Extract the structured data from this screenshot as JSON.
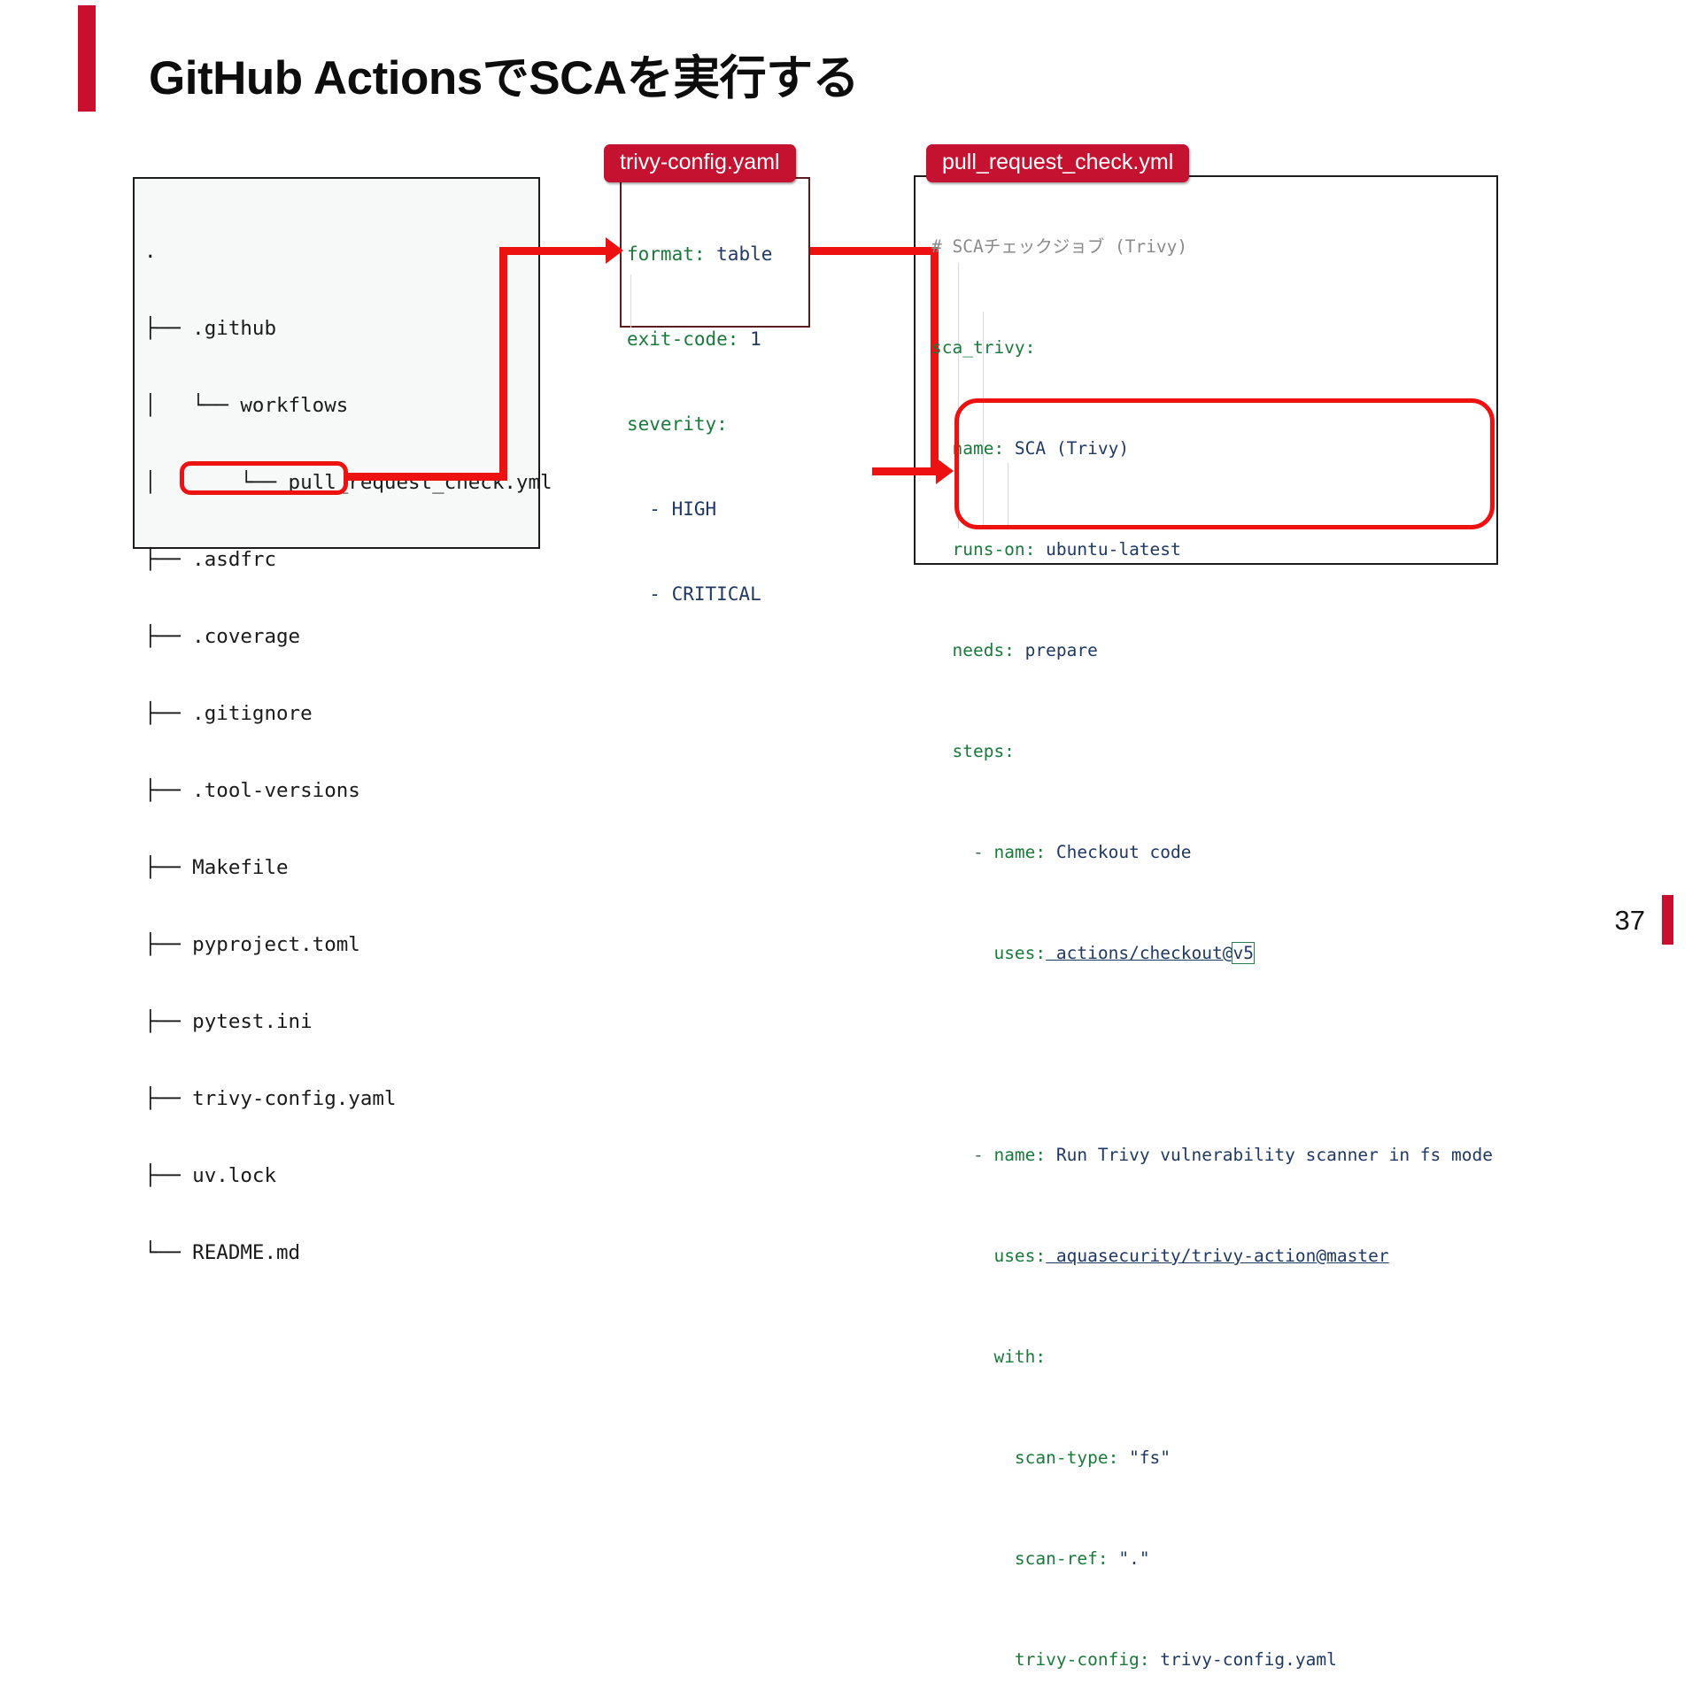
{
  "slide": {
    "title": "GitHub ActionsでSCAを実行する",
    "page_number": "37",
    "accent_color": "#c8102e",
    "highlight_color": "#ee1111"
  },
  "file_tree": {
    "caption": "",
    "lines": [
      ".",
      "├── .github",
      "│   └── workflows",
      "│       └── pull_request_check.yml",
      "├── .asdfrc",
      "├── .coverage",
      "├── .gitignore",
      "├── .tool-versions",
      "├── Makefile",
      "├── pyproject.toml",
      "├── pytest.ini",
      "├── trivy-config.yaml",
      "├── uv.lock",
      "└── README.md"
    ],
    "highlighted_entry": "trivy-config.yaml"
  },
  "trivy_config": {
    "caption": "trivy-config.yaml",
    "lines": [
      {
        "key": "format:",
        "value": " table"
      },
      {
        "key": "exit-code:",
        "value": " 1"
      },
      {
        "key": "severity:",
        "value": ""
      },
      {
        "key": "",
        "value": "  - HIGH",
        "dash": true
      },
      {
        "key": "",
        "value": "  - CRITICAL",
        "dash": true
      }
    ]
  },
  "pr_check": {
    "caption": "pull_request_check.yml",
    "lines": [
      {
        "type": "comment",
        "text": "# SCAチェックジョブ (Trivy)"
      },
      {
        "type": "kv",
        "indent": "",
        "key": "sca_trivy:",
        "value": ""
      },
      {
        "type": "kv",
        "indent": "  ",
        "key": "name:",
        "value": " SCA (Trivy)"
      },
      {
        "type": "kv",
        "indent": "  ",
        "key": "runs-on:",
        "value": " ubuntu-latest"
      },
      {
        "type": "kv",
        "indent": "  ",
        "key": "needs:",
        "value": " prepare"
      },
      {
        "type": "kv",
        "indent": "  ",
        "key": "steps:",
        "value": ""
      },
      {
        "type": "item",
        "indent": "    ",
        "key": "name:",
        "value": " Checkout code"
      },
      {
        "type": "link",
        "indent": "      ",
        "key": "uses:",
        "value": " actions/checkout@",
        "tag": "v5"
      },
      {
        "type": "blank"
      },
      {
        "type": "item",
        "indent": "    ",
        "key": "name:",
        "value": " Run Trivy vulnerability scanner in fs mode"
      },
      {
        "type": "link",
        "indent": "      ",
        "key": "uses:",
        "value": " aquasecurity/trivy-action@master",
        "tag": ""
      },
      {
        "type": "kv",
        "indent": "      ",
        "key": "with:",
        "value": ""
      },
      {
        "type": "kv",
        "indent": "        ",
        "key": "scan-type:",
        "value": " \"fs\""
      },
      {
        "type": "kv",
        "indent": "        ",
        "key": "scan-ref:",
        "value": " \".\""
      },
      {
        "type": "kv",
        "indent": "        ",
        "key": "trivy-config:",
        "value": " trivy-config.yaml"
      }
    ],
    "highlighted_block_start": "- name: Run Trivy vulnerability scanner in fs mode",
    "highlighted_block_end": "trivy-config: trivy-config.yaml"
  },
  "connectors": [
    {
      "name": "tree-to-trivy-config",
      "from": "trivy-config.yaml",
      "to": "trivy-config.yaml panel"
    },
    {
      "name": "trivy-config-to-workflow-with",
      "from": "trivy-config.yaml panel",
      "to": "with: block"
    }
  ]
}
